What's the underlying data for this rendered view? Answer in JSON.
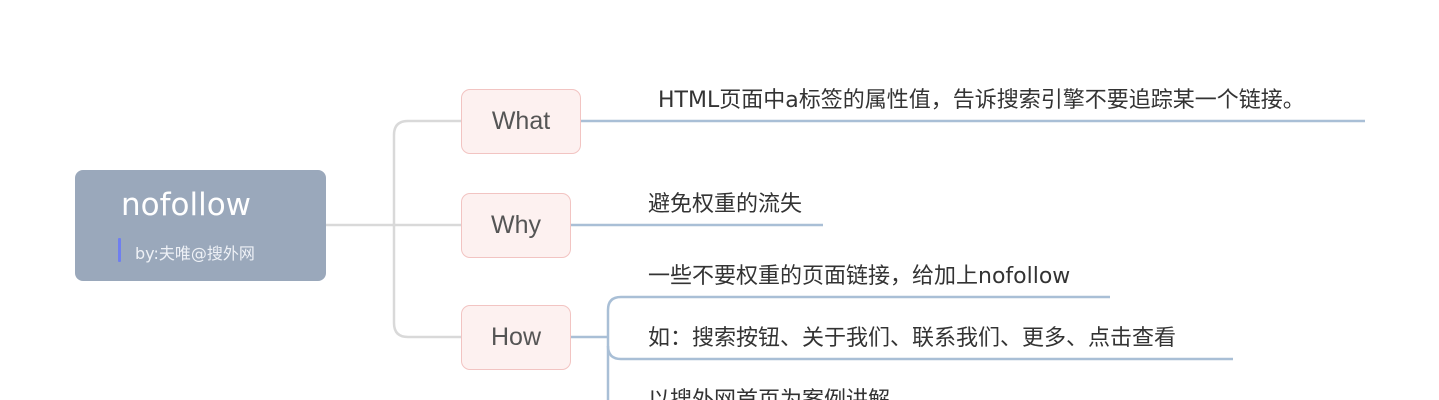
{
  "root": {
    "title": "nofollow",
    "subtitle": "by:夫唯@搜外网"
  },
  "branches": [
    {
      "label": "What",
      "leaves": [
        "HTML页面中a标签的属性值，告诉搜索引擎不要追踪某一个链接。"
      ]
    },
    {
      "label": "Why",
      "leaves": [
        "避免权重的流失"
      ]
    },
    {
      "label": "How",
      "leaves": [
        "一些不要权重的页面链接，给加上nofollow",
        "如：搜索按钮、关于我们、联系我们、更多、点击查看",
        "以搜外网首页为案例讲解"
      ]
    }
  ],
  "colors": {
    "root_fill": "#9aa8bb",
    "branch_fill": "#fdf1f0",
    "branch_border": "#f2c4c2",
    "connector_gray": "#d9d9d9",
    "leaf_underline": "#a9bfd6",
    "subtitle_bar": "#6f7ff0"
  }
}
